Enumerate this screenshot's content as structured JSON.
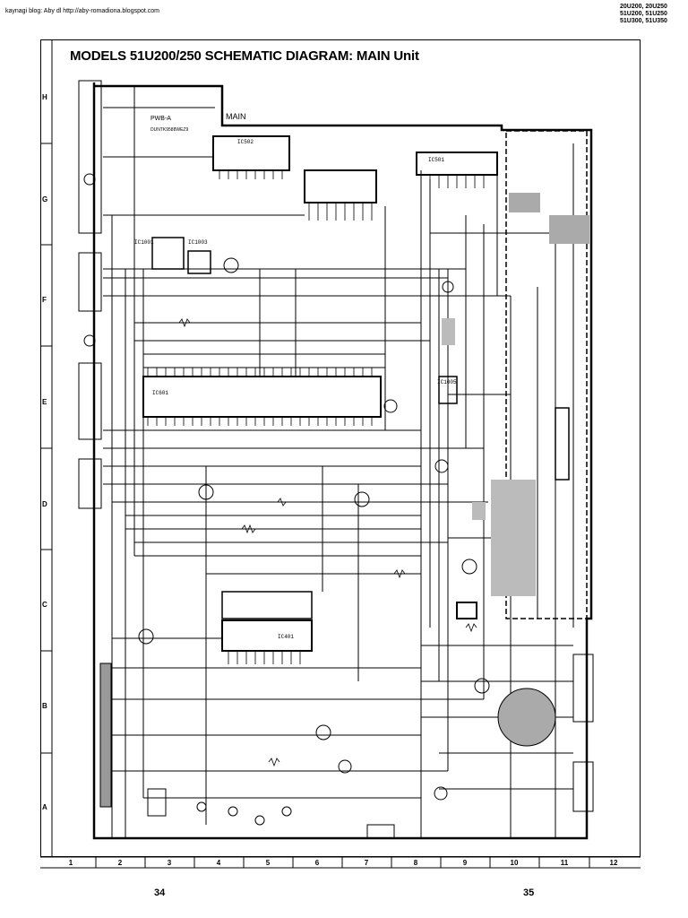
{
  "header": {
    "url_text": "kaynagi blog: Aby dl http://aby-romadiona.blogspot.com",
    "models": [
      "20U200, 20U250",
      "51U200, 51U250",
      "51U300, 51U350"
    ]
  },
  "title": "MODELS 51U200/250 SCHEMATIC DIAGRAM: MAIN Unit",
  "schematic": {
    "unit_label": "MAIN",
    "pwb_label": "PWB-A",
    "pwb_part": "DUNTK9588WEZ9",
    "ic_labels": [
      "IC502",
      "IC501",
      "IC1001",
      "IC1003",
      "IC601",
      "IC1005",
      "IC401"
    ]
  },
  "grid": {
    "rows": [
      "H",
      "G",
      "F",
      "E",
      "D",
      "C",
      "B",
      "A"
    ],
    "columns": [
      "1",
      "2",
      "3",
      "4",
      "5",
      "6",
      "7",
      "8",
      "9",
      "10",
      "11",
      "12"
    ]
  },
  "pages": {
    "left": "34",
    "right": "35"
  }
}
